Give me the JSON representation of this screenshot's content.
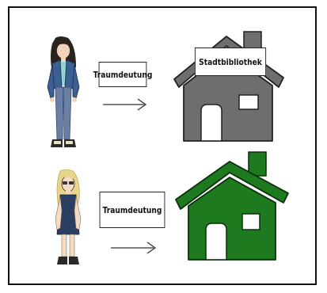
{
  "scene": {
    "book_label_1": "Traumdeutung",
    "library_sign": "Stadtbibliothek",
    "book_label_2": "Traumdeutung"
  },
  "colors": {
    "house_top": "#6e6e6e",
    "house_bottom": "#1e7a1e",
    "jacket": "#3c5f94",
    "dress": "#2b3f63",
    "hair_dark": "#2a2320",
    "hair_blonde": "#e8d48a"
  },
  "icons": {
    "arrow": "right-arrow-icon",
    "house": "house-icon",
    "person": "person-figure"
  }
}
